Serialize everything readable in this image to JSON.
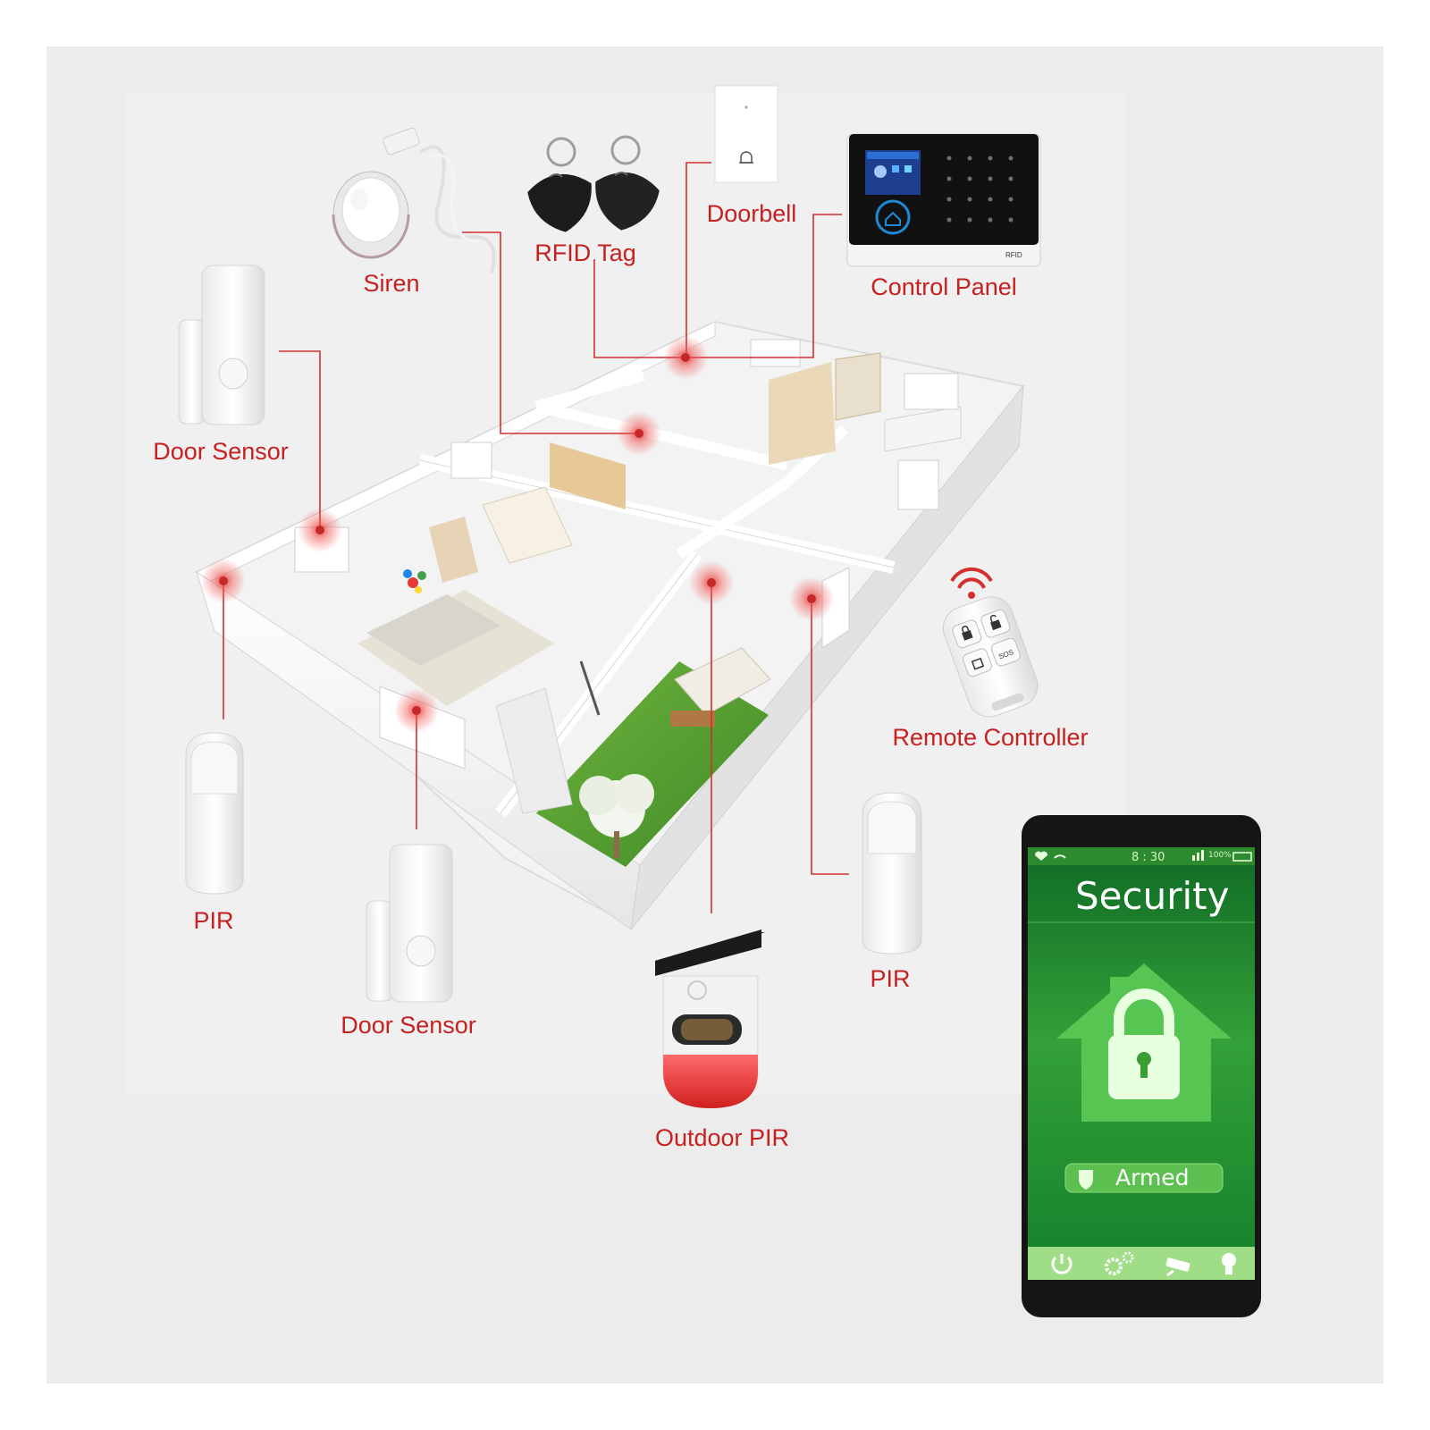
{
  "labels": {
    "siren": "Siren",
    "rfid_tag": "RFID Tag",
    "doorbell": "Doorbell",
    "control_panel": "Control Panel",
    "door_sensor_left": "Door Sensor",
    "door_sensor_bottom": "Door Sensor",
    "pir_left": "PIR",
    "pir_right": "PIR",
    "outdoor_pir": "Outdoor PIR",
    "remote_controller": "Remote Controller"
  },
  "phone": {
    "status_time": "8 : 30",
    "status_battery": "100%",
    "title": "Security",
    "state": "Armed",
    "nav_icons": [
      "power-icon",
      "settings-icon",
      "camera-icon",
      "bulb-icon"
    ]
  },
  "control_panel_device": {
    "brand_mark": "RFID"
  },
  "colors": {
    "label_red": "#c62121",
    "connector_red": "#d32f2f",
    "phone_green": "#2f9a36",
    "background": "#ececec"
  }
}
